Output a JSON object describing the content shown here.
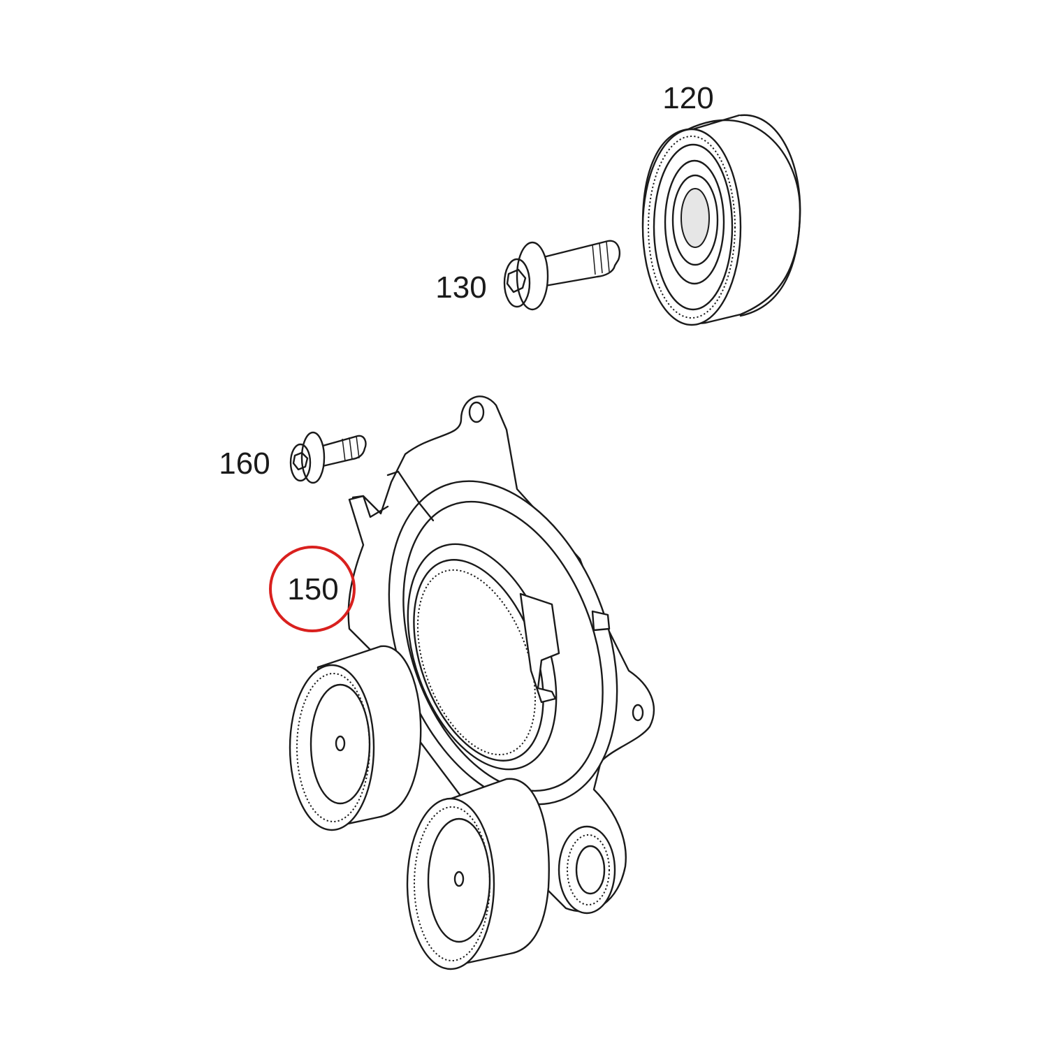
{
  "parts": [
    {
      "id": "120",
      "label": "120"
    },
    {
      "id": "130",
      "label": "130"
    },
    {
      "id": "160",
      "label": "160"
    },
    {
      "id": "150",
      "label": "150"
    }
  ],
  "highlight": {
    "part": "150",
    "color": "#d9201e"
  },
  "colors": {
    "line": "#1a1a1a",
    "background": "#ffffff"
  }
}
